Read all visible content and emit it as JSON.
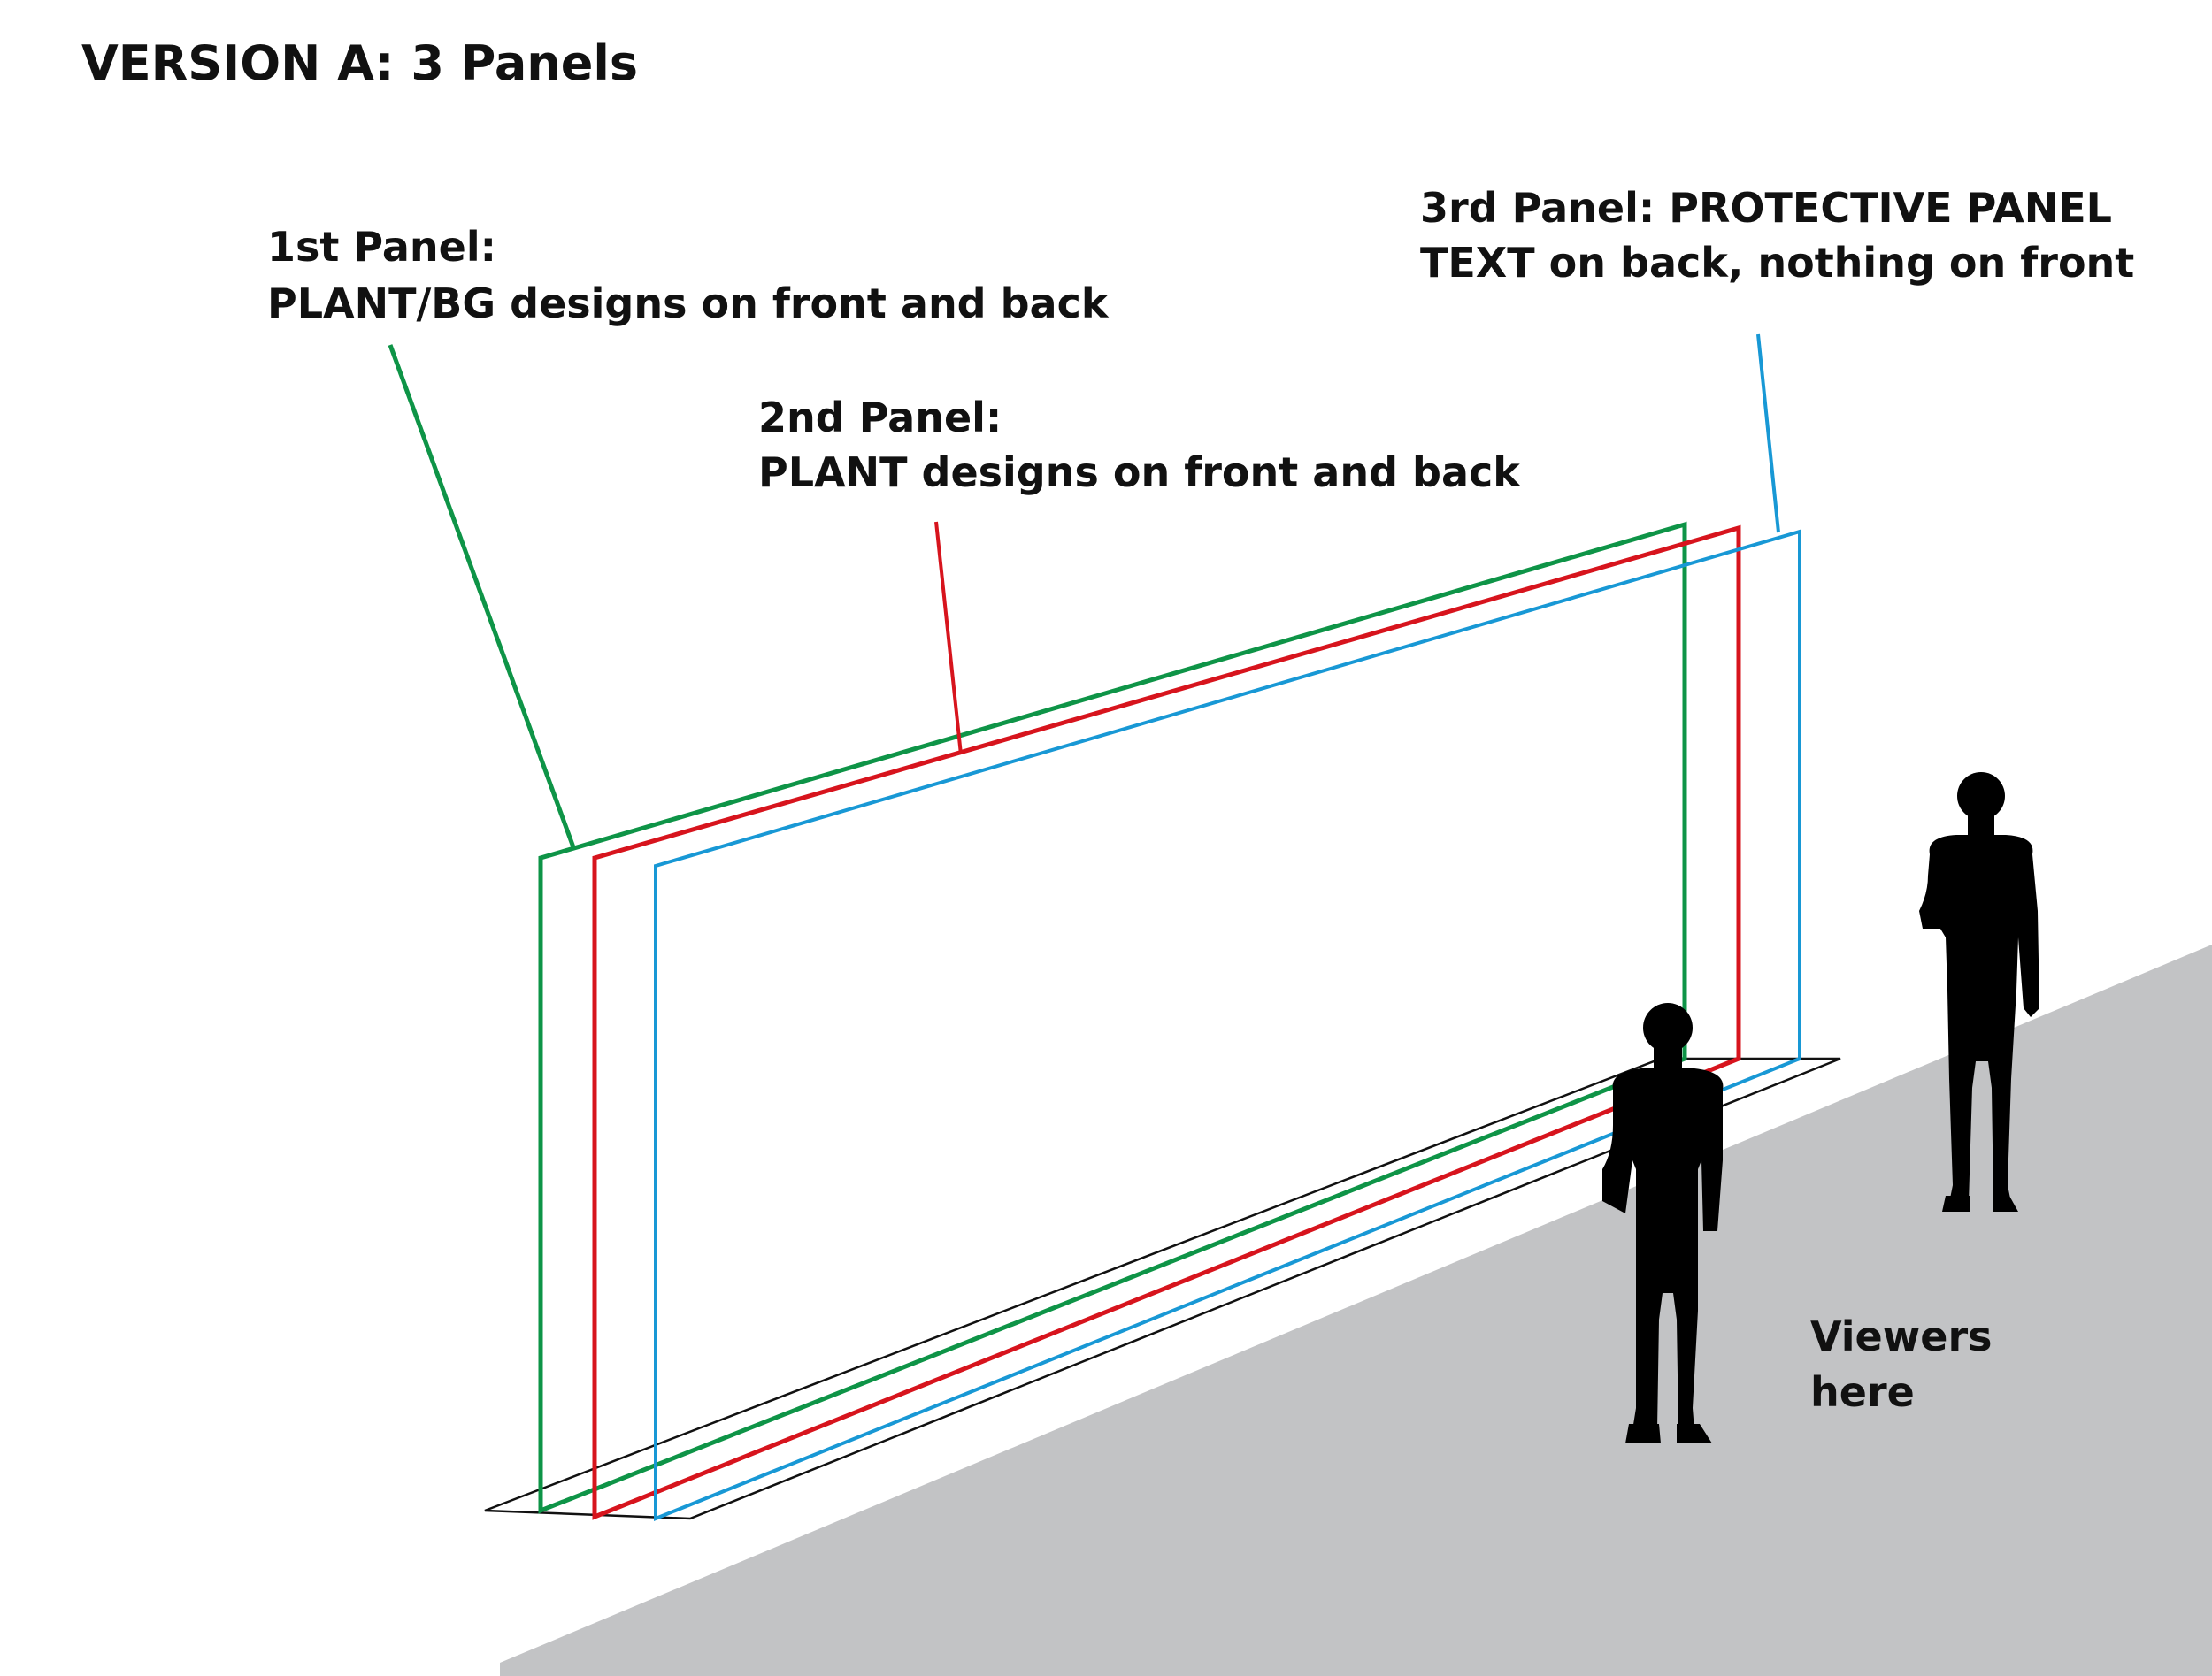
{
  "title": "VERSION A: 3 Panels",
  "panels": [
    {
      "line1": "1st Panel:",
      "line2": "PLANT/BG designs on front and back",
      "color": "#0e9447"
    },
    {
      "line1": "2nd Panel:",
      "line2": "PLANT designs on front and back",
      "color": "#d7141d"
    },
    {
      "line1": "3rd Panel: PROTECTIVE PANEL",
      "line2": "TEXT on back, nothing on front",
      "color": "#1898d5"
    }
  ],
  "viewers": {
    "line1": "Viewers",
    "line2": "here"
  },
  "colors": {
    "floor": "#c2c3c5",
    "base": "#111111",
    "person": "#000000"
  }
}
